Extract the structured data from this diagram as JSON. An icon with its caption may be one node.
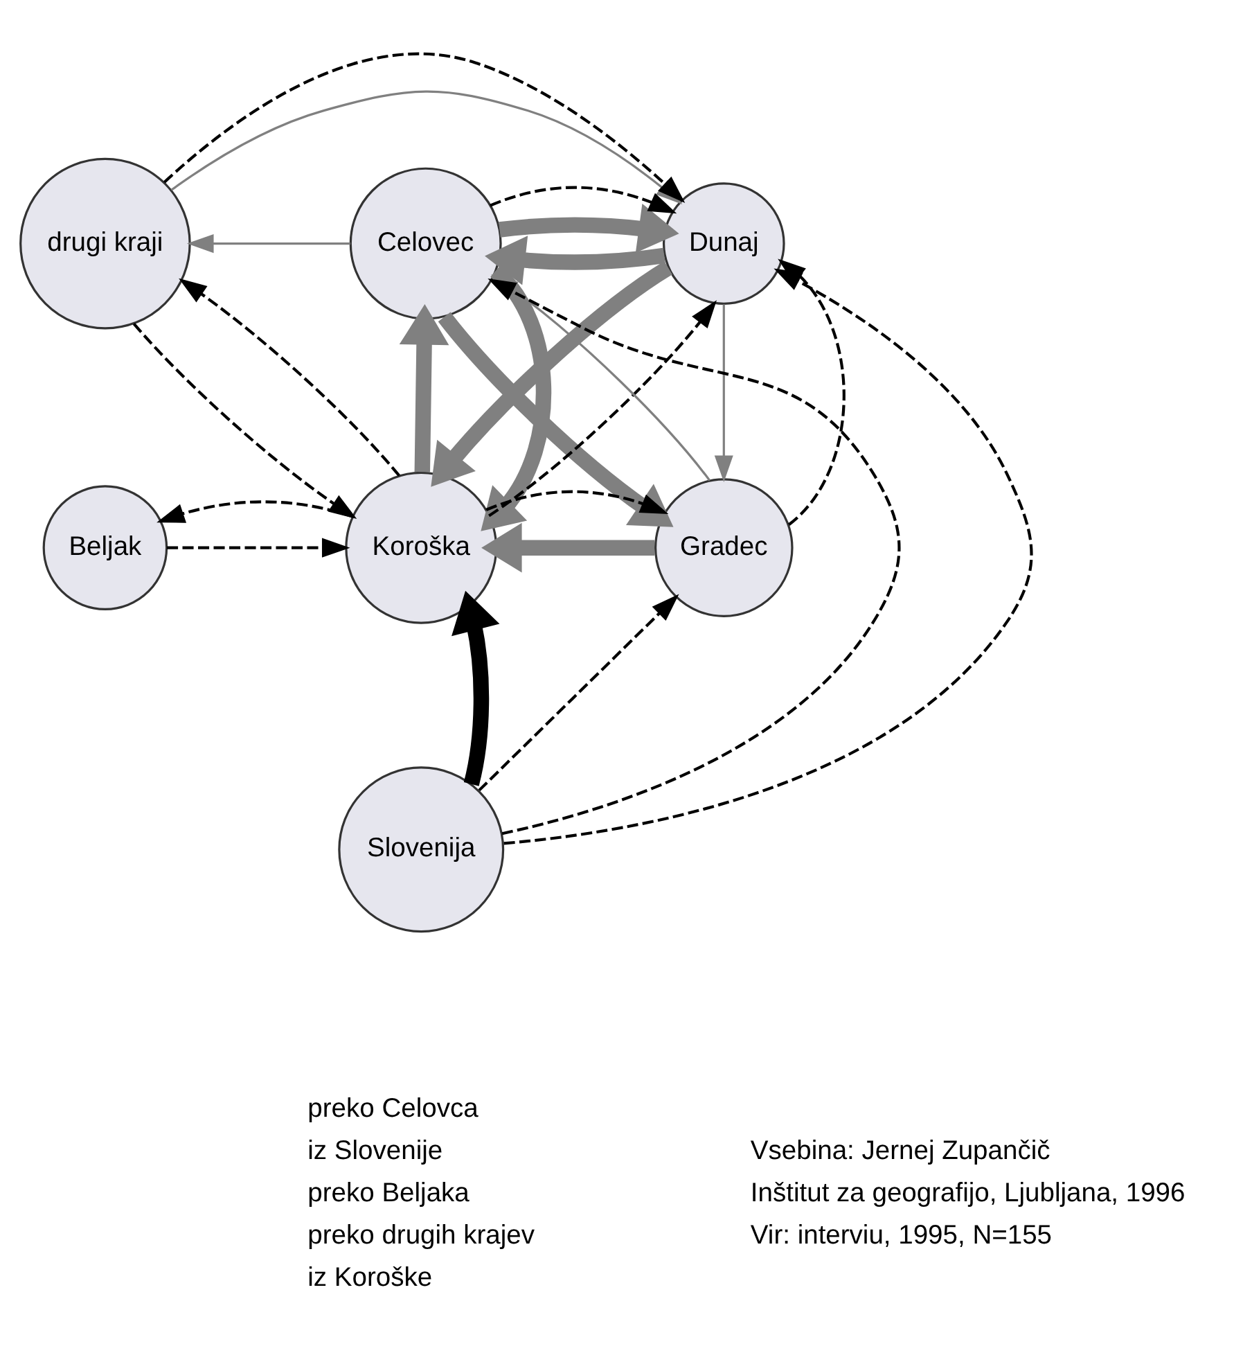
{
  "diagram": {
    "nodes": [
      {
        "text": [
          "drugi kraji"
        ]
      },
      {
        "text": [
          "Celovec"
        ]
      },
      {
        "text": [
          "Dunaj"
        ]
      },
      {
        "text": [
          "Beljak"
        ]
      },
      {
        "text": [
          "Koroška"
        ]
      },
      {
        "text": [
          "Gradec"
        ]
      },
      {
        "text": [
          "Slovenija"
        ]
      }
    ],
    "edges": [
      {
        "from": 2,
        "to": 1,
        "arrow": "to",
        "style": "thick",
        "color": "#808080"
      },
      {
        "from": 1,
        "to": 2,
        "arrow": "to",
        "style": "thick",
        "color": "#808080"
      },
      {
        "from": 4,
        "to": 1,
        "arrow": "to",
        "style": "thick",
        "color": "#808080"
      },
      {
        "from": 1,
        "to": 4,
        "arrow": "to",
        "style": "thick",
        "color": "#808080"
      },
      {
        "from": 1,
        "to": 5,
        "arrow": "to",
        "style": "thick",
        "color": "#808080"
      },
      {
        "from": 2,
        "to": 4,
        "arrow": "to",
        "style": "thick",
        "color": "#808080"
      },
      {
        "from": 5,
        "to": 4,
        "arrow": "to",
        "style": "thick",
        "color": "#808080"
      },
      {
        "from": 0,
        "to": 2,
        "arrow": "to",
        "color": "#808080"
      },
      {
        "from": 1,
        "to": 0,
        "arrow": "to",
        "color": "#808080"
      },
      {
        "from": 5,
        "to": 1,
        "arrow": "to",
        "color": "#808080"
      },
      {
        "from": 2,
        "to": 5,
        "arrow": "to",
        "color": "#808080"
      },
      {
        "from": 1,
        "to": 2,
        "arrow": "to",
        "style": "dashed",
        "color": "#000000"
      },
      {
        "from": 0,
        "to": 2,
        "arrow": "to",
        "style": "dashed",
        "color": "#000000"
      },
      {
        "from": 0,
        "to": 4,
        "arrow": "to",
        "style": "dashed",
        "color": "#000000"
      },
      {
        "from": 4,
        "to": 0,
        "arrow": "to",
        "style": "dashed",
        "color": "#000000"
      },
      {
        "from": 5,
        "to": 2,
        "arrow": "to",
        "style": "dashed",
        "color": "#000000"
      },
      {
        "from": 4,
        "to": 5,
        "arrow": "to",
        "style": "dashed",
        "color": "#000000"
      },
      {
        "from": 4,
        "to": 2,
        "arrow": "to",
        "style": "dashed",
        "color": "#000000"
      },
      {
        "from": 3,
        "to": 4,
        "arrow": "to",
        "style": "dashed",
        "color": "#000000"
      },
      {
        "from": 4,
        "to": 3,
        "arrow": "to",
        "style": "dashed",
        "color": "#000000"
      },
      {
        "from": 6,
        "to": 1,
        "arrow": "to",
        "style": "dashed",
        "color": "#000000"
      },
      {
        "from": 6,
        "to": 5,
        "arrow": "to",
        "style": "dashed",
        "color": "#000000"
      },
      {
        "from": 6,
        "to": 4,
        "arrow": "to",
        "style": "thick",
        "color": "#000000"
      },
      {
        "from": 6,
        "to": 2,
        "arrow": "to",
        "style": "dashed",
        "color": "#000000"
      }
    ],
    "labels": [
      "Vsebina: Jernej Zupančič",
      "Inštitut za geografijo, Ljubljana, 1996",
      "Vir: interviu, 1995, N=155"
    ],
    "legend": [
      {
        "text": "preko Celovca"
      },
      {
        "text": "iz Slovenije"
      },
      {
        "text": "preko Beljaka"
      },
      {
        "text": "preko drugih krajev"
      },
      {
        "text": "iz Koroške"
      }
    ]
  }
}
